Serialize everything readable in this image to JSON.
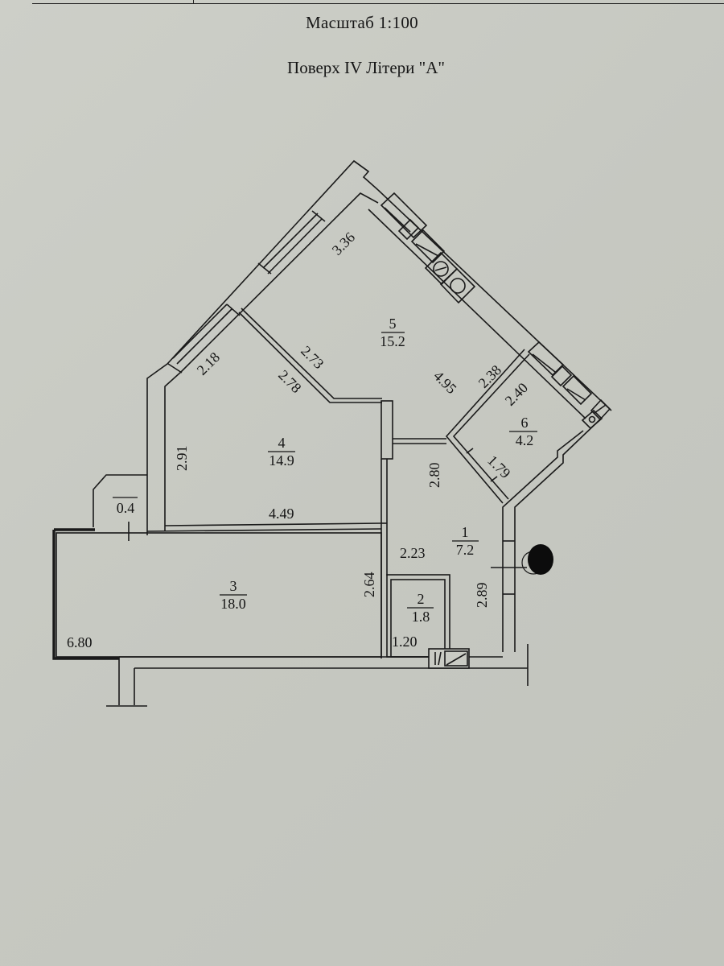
{
  "header": {
    "scale": "Масштаб 1:100",
    "floor": "Поверх IV Літери \"А\""
  },
  "rooms": [
    {
      "number": "1",
      "area": "7.2"
    },
    {
      "number": "2",
      "area": "1.8"
    },
    {
      "number": "3",
      "area": "18.0"
    },
    {
      "number": "4",
      "area": "14.9"
    },
    {
      "number": "5",
      "area": "15.2"
    },
    {
      "number": "6",
      "area": "4.2"
    }
  ],
  "balcony": {
    "area": "0.4"
  },
  "dimensions": {
    "d336": "3.36",
    "d218": "2.18",
    "d273": "2.73",
    "d278": "2.78",
    "d495": "4.95",
    "d238": "2.38",
    "d240": "2.40",
    "d291": "2.91",
    "d449": "4.49",
    "d280": "2.80",
    "d179": "1.79",
    "d223": "2.23",
    "d264": "2.64",
    "d289": "2.89",
    "d120": "1.20",
    "d680": "6.80"
  },
  "colors": {
    "paper": "#c9cbc4",
    "ink": "#151515"
  }
}
